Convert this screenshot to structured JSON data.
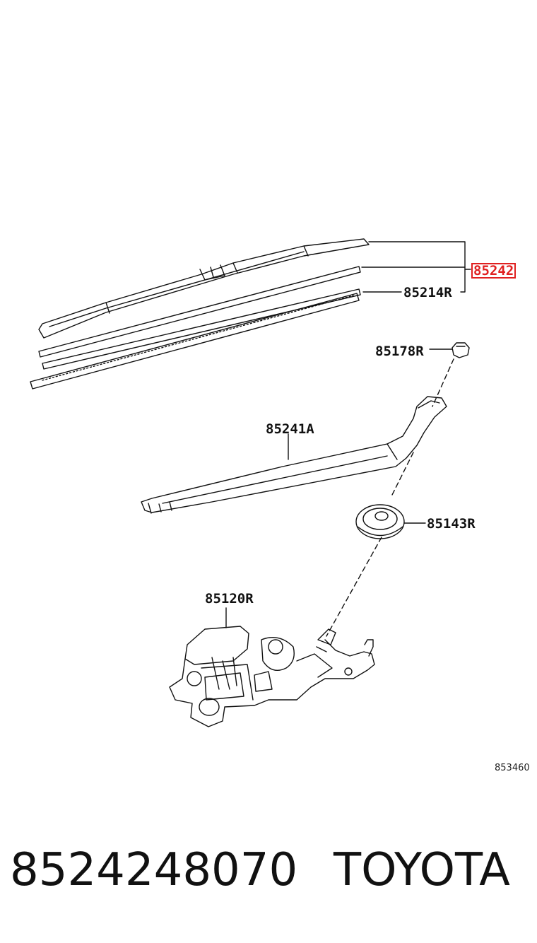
{
  "diagram": {
    "labels": {
      "part_85242": "85242",
      "part_85214R": "85214R",
      "part_85178R": "85178R",
      "part_85241A": "85241A",
      "part_85143R": "85143R",
      "part_85120R": "85120R"
    },
    "figure_number": "853460",
    "highlight_color": "#e02020"
  },
  "footer": {
    "part_number": "8524248070",
    "brand": "TOYOTA"
  }
}
